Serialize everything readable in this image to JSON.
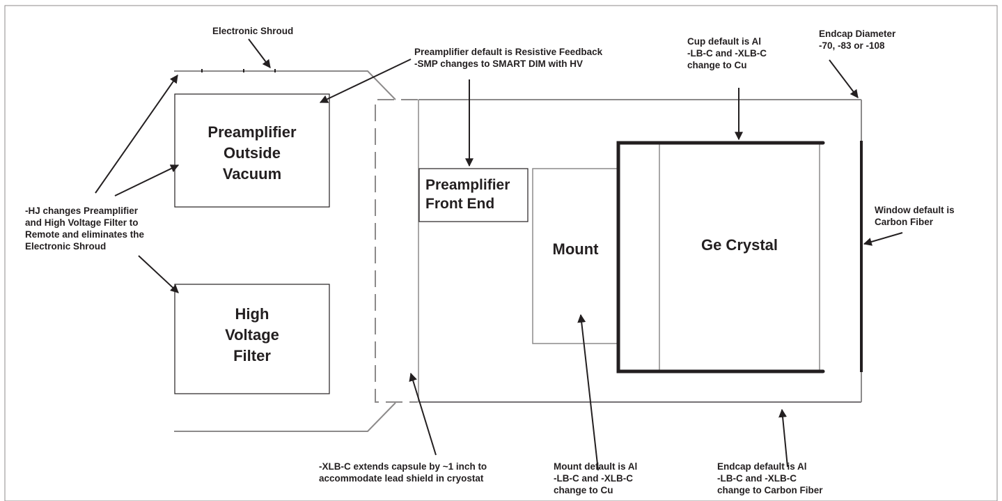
{
  "colors": {
    "line": "#231f20",
    "thin": "#8c8a8a",
    "background": "#ffffff"
  },
  "blocks": {
    "preamp_outside": "Preamplifier\nOutside\nVacuum",
    "hv_filter": "High\nVoltage\nFilter",
    "preamp_front": "Preamplifier\nFront End",
    "mount": "Mount",
    "crystal": "Ge Crystal"
  },
  "annotations": {
    "shroud": "Electronic Shroud",
    "preamp_default": "Preamplifier default is Resistive Feedback\n-SMP changes to SMART DIM with HV",
    "cup": "Cup default is Al\n-LB-C and -XLB-C\nchange to Cu",
    "endcap_diameter": "Endcap Diameter\n-70, -83 or -108",
    "hj": "-HJ changes Preamplifier\nand High Voltage Filter to\nRemote and eliminates the\nElectronic Shroud",
    "window": "Window default is\nCarbon Fiber",
    "xlb": "-XLB-C extends capsule by ~1 inch to\naccommodate lead shield in cryostat",
    "mount_default": "Mount default is Al\n-LB-C and -XLB-C\nchange to Cu",
    "endcap_default": "Endcap default is Al\n-LB-C and -XLB-C\nchange to Carbon Fiber"
  }
}
